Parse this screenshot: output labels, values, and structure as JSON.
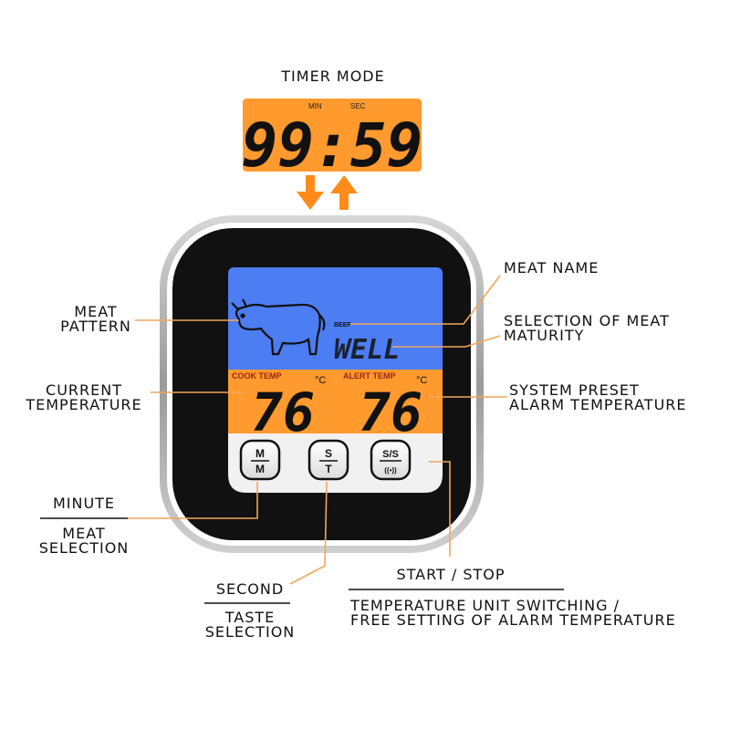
{
  "timer": {
    "title": "TIMER MODE",
    "min_label": "MIN",
    "sec_label": "SEC",
    "digits": "99:59"
  },
  "display": {
    "meat_label": "BEEF",
    "doneness": "WELL",
    "cook_temp_label": "COOK TEMP",
    "alert_temp_label": "ALERT TEMP",
    "cook_temp_value": "76",
    "alert_temp_value": "76",
    "unit": "°C"
  },
  "buttons": {
    "mm_top": "M",
    "mm_bottom": "M",
    "st_top": "S",
    "st_bottom": "T",
    "ss_top": "S/S",
    "ss_bottom": "((•))"
  },
  "callouts": {
    "meat_name": "MEAT NAME",
    "meat_pattern_1": "MEAT",
    "meat_pattern_2": "PATTERN",
    "maturity_1": "SELECTION OF MEAT",
    "maturity_2": "MATURITY",
    "current_temp_1": "CURRENT",
    "current_temp_2": "TEMPERATURE",
    "alarm_temp_1": "SYSTEM PRESET",
    "alarm_temp_2": "ALARM TEMPERATURE",
    "minute": "MINUTE",
    "meat_selection_1": "MEAT",
    "meat_selection_2": "SELECTION",
    "second": "SECOND",
    "taste_selection_1": "TASTE",
    "taste_selection_2": "SELECTION",
    "start_stop": "START / STOP",
    "unit_switch_1": "TEMPERATURE UNIT SWITCHING /",
    "unit_switch_2": "FREE SETTING OF ALARM TEMPERATURE"
  },
  "colors": {
    "orange": "#ff9a2e",
    "blue": "#4d7df2",
    "bezel": "#111111",
    "callout_line": "#f2a65a",
    "lcd_text": "#111111"
  }
}
